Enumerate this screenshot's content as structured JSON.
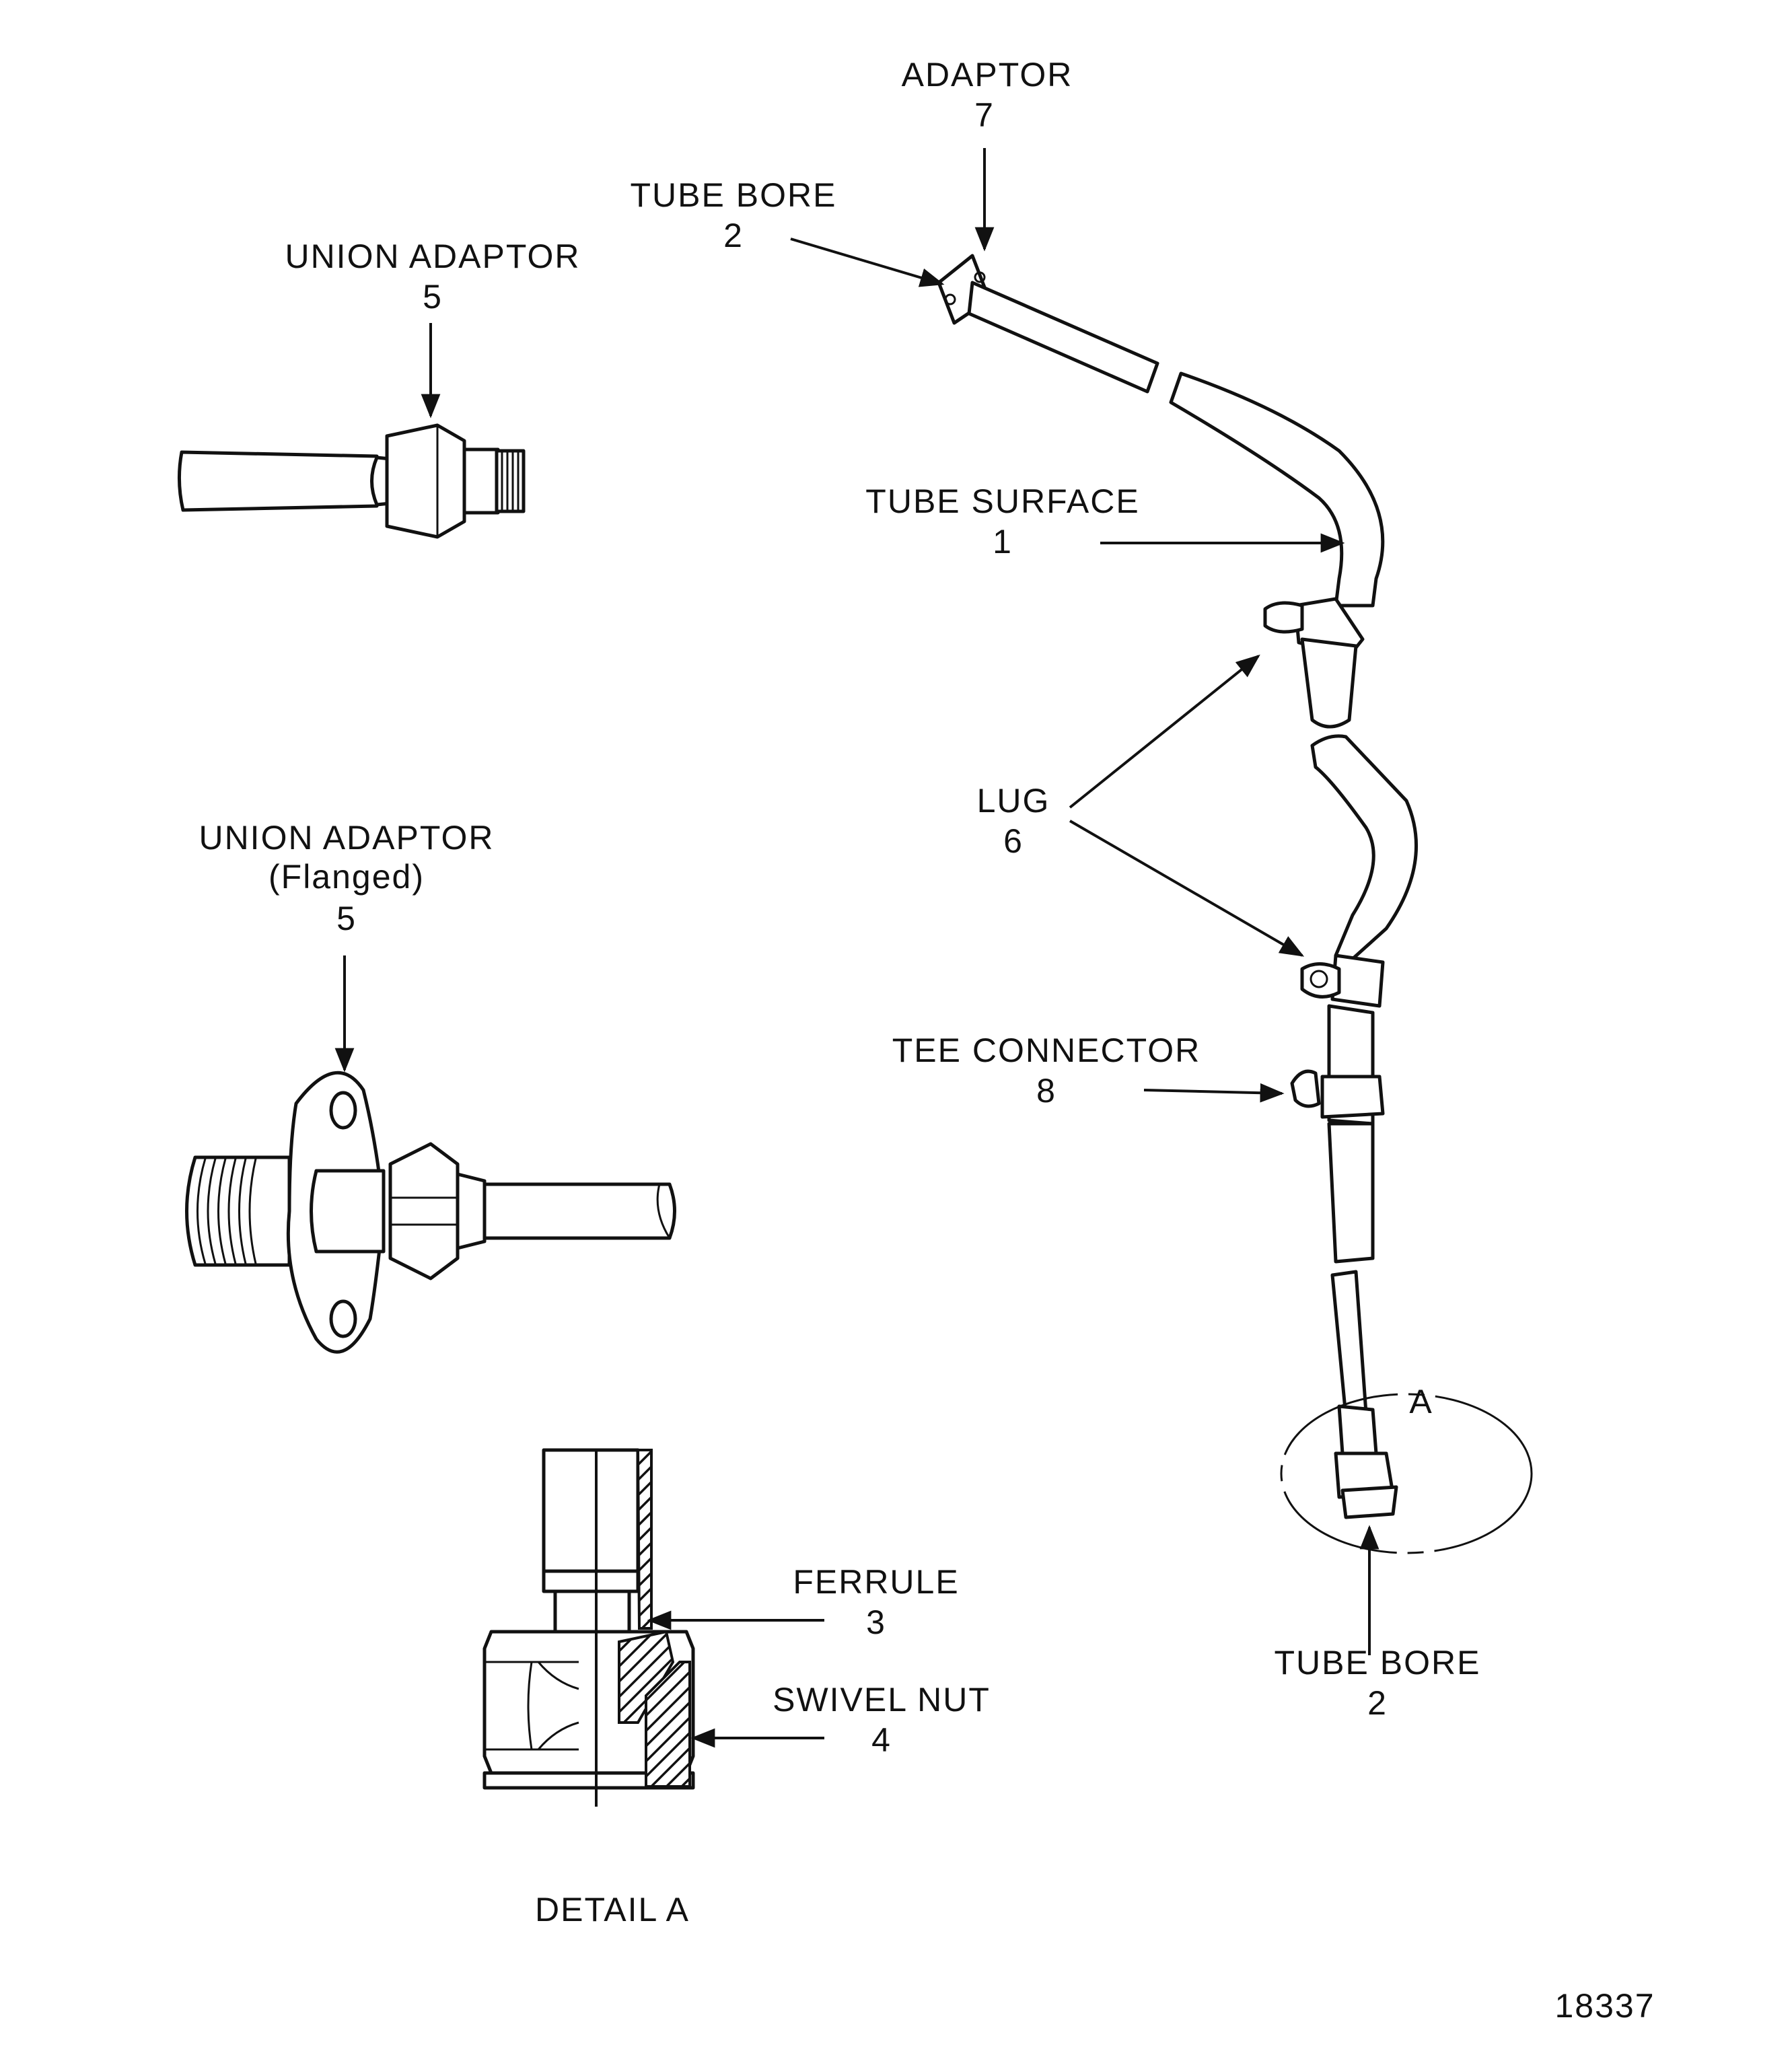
{
  "labels": {
    "adaptor_7": {
      "name": "ADAPTOR",
      "num": "7"
    },
    "tube_bore_top": {
      "name": "TUBE  BORE",
      "num": "2"
    },
    "union_adaptor_top": {
      "name": "UNION  ADAPTOR",
      "num": "5"
    },
    "tube_surface": {
      "name": "TUBE  SURFACE",
      "num": "1"
    },
    "lug": {
      "name": "LUG",
      "num": "6"
    },
    "union_adaptor_flanged": {
      "name": "UNION  ADAPTOR",
      "sub": "(Flanged)",
      "num": "5"
    },
    "tee_connector": {
      "name": "TEE  CONNECTOR",
      "num": "8"
    },
    "detail_marker": "A",
    "tube_bore_bottom": {
      "name": "TUBE  BORE",
      "num": "2"
    },
    "ferrule": {
      "name": "FERRULE",
      "num": "3"
    },
    "swivel_nut": {
      "name": "SWIVEL  NUT",
      "num": "4"
    },
    "detail_caption": "DETAIL  A",
    "figure_number": "18337"
  },
  "colors": {
    "ink": "#111111",
    "paper": "#ffffff"
  }
}
